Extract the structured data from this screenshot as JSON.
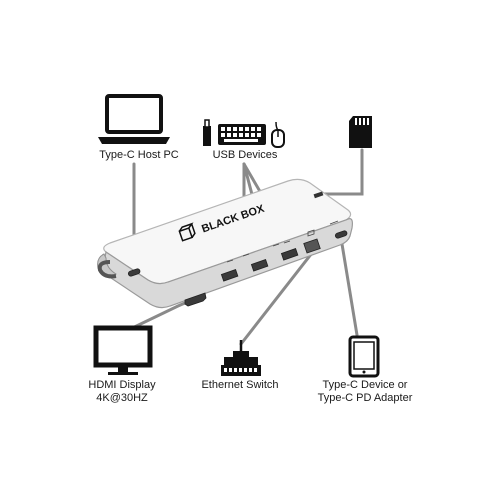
{
  "labels": {
    "host_pc": "Type-C Host PC",
    "usb_devices": "USB Devices",
    "hdmi_line1": "HDMI Display",
    "hdmi_line2": "4K@30HZ",
    "ethernet": "Ethernet Switch",
    "typec_line1": "Type-C Device or",
    "typec_line2": "Type-C PD Adapter"
  },
  "brand": "BLACK BOX",
  "icons": {
    "laptop": "laptop-icon",
    "usb_stick": "usb-stick-icon",
    "keyboard": "keyboard-icon",
    "mouse": "mouse-icon",
    "sd_card": "sd-card-icon",
    "monitor": "monitor-icon",
    "switch": "network-switch-icon",
    "tablet": "tablet-icon"
  },
  "colors": {
    "line": "#8a8a8a",
    "icon": "#111111",
    "device_body": "#e6e6e6",
    "device_edge": "#9a9a9a"
  }
}
